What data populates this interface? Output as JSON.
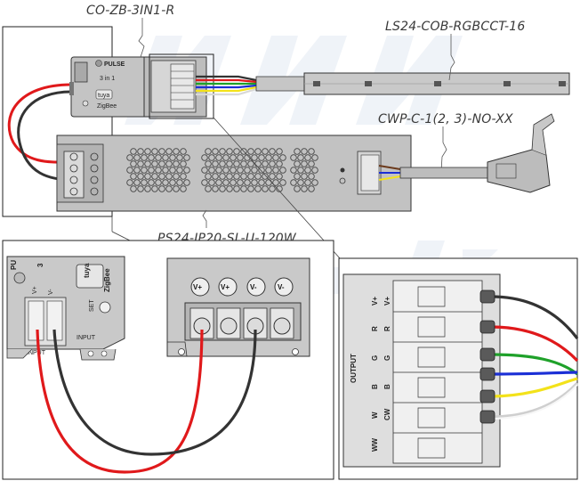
{
  "labels": {
    "controller": "CO-ZB-3IN1-R",
    "strip": "LS24-COB-RGBCCT-16",
    "cable": "CWP-C-1(2, 3)-NO-XX",
    "psu": "PS24-IP20-SL-U-120W"
  },
  "controller_text": {
    "brand": "PULSE",
    "mode": "3 in 1",
    "tuya": "tuya",
    "zigbee": "ZigBee",
    "set": "SET",
    "input": "INPUT",
    "vplus": "V+",
    "vminus": "V-",
    "puls_short": "PU",
    "three": "3"
  },
  "psu_terminals": [
    "V+",
    "V+",
    "V-",
    "V-"
  ],
  "output_block": {
    "title": "OUTPUT",
    "columns": [
      [
        "V+",
        "R",
        "G",
        "B",
        "W",
        "WW"
      ],
      [
        "V+",
        "R",
        "G",
        "B",
        "CW",
        ""
      ]
    ]
  },
  "colors": {
    "red_wire": "#e0191b",
    "black_wire": "#333333",
    "green_wire": "#1fa12a",
    "blue_wire": "#1b2fd6",
    "yellow_wire": "#f3e21a",
    "white_wire": "#f4f4f4",
    "device_grey": "#b8b8b8",
    "panel_bg": "#e9e9e9",
    "watermark": "#e3eaf3"
  }
}
